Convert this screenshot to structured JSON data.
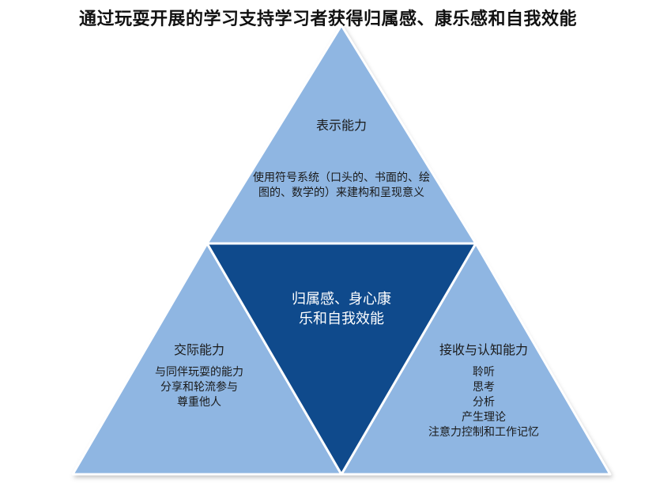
{
  "title": "通过玩耍开展的学习支持学习者获得归属感、康乐感和自我效能",
  "top_section": {
    "heading": "表示能力",
    "lines": [
      "使用符号系统（口头的、书面的、绘",
      "图的、数学的）来建构和呈现意义"
    ]
  },
  "center_section": {
    "lines": [
      "归属感、身心康",
      "乐和自我效能"
    ]
  },
  "left_section": {
    "heading": "交际能力",
    "lines": [
      "与同伴玩耍的能力",
      "分享和轮流参与",
      "尊重他人"
    ]
  },
  "right_section": {
    "heading": "接收与认知能力",
    "lines": [
      "聆听",
      "思考",
      "分析",
      "产生理论",
      "注意力控制和工作记忆"
    ]
  },
  "colors": {
    "light_blue": "#8fb6e2",
    "dark_blue": "#0f4a8c",
    "divider": "#ffffff"
  }
}
